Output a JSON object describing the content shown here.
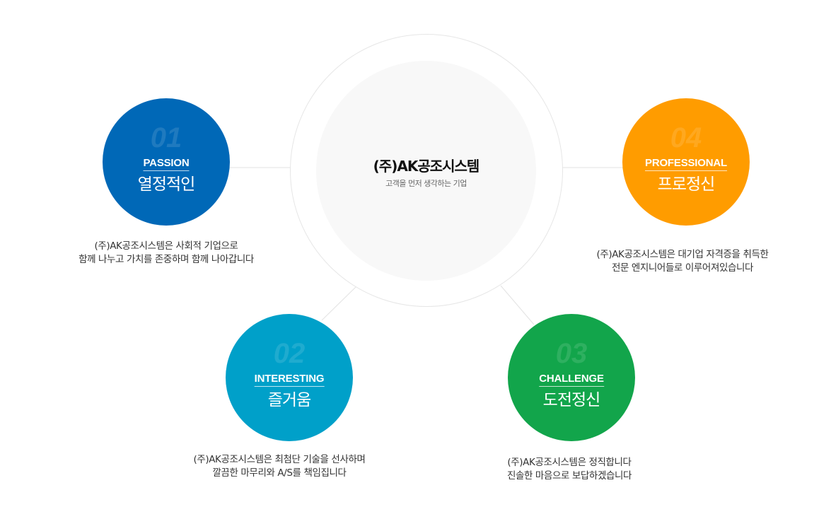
{
  "center": {
    "title": "(주)AK공조시스템",
    "subtitle": "고객을 먼저 생각하는 기업"
  },
  "values": [
    {
      "number": "01",
      "english": "PASSION",
      "korean": "열정적인",
      "color": "#0068b7",
      "description": [
        "(주)AK공조시스템은 사회적 기업으로",
        "함께 나누고 가치를 존중하며 함께 나아갑니다"
      ]
    },
    {
      "number": "02",
      "english": "INTERESTING",
      "korean": "즐거움",
      "color": "#00a0c9",
      "description": [
        "(주)AK공조시스템은 최첨단 기술을 선사하며",
        "깔끔한 마무리와 A/S를 책임집니다"
      ]
    },
    {
      "number": "03",
      "english": "CHALLENGE",
      "korean": "도전정신",
      "color": "#12a54b",
      "description": [
        "(주)AK공조시스템은 정직합니다",
        "진솔한 마음으로 보답하겠습니다"
      ]
    },
    {
      "number": "04",
      "english": "PROFESSIONAL",
      "korean": "프로정신",
      "color": "#ff9c00",
      "description": [
        "(주)AK공조시스템은 대기업 자격증을 취득한",
        "전문 엔지니어들로 이루어져있습니다"
      ]
    }
  ],
  "colors": {
    "connector": "#e3e3e3",
    "ring": "#e6e6e6",
    "core_fill": "#f8f8f8",
    "text_dark": "#111111",
    "text_body": "#333333",
    "text_sub": "#666666"
  }
}
